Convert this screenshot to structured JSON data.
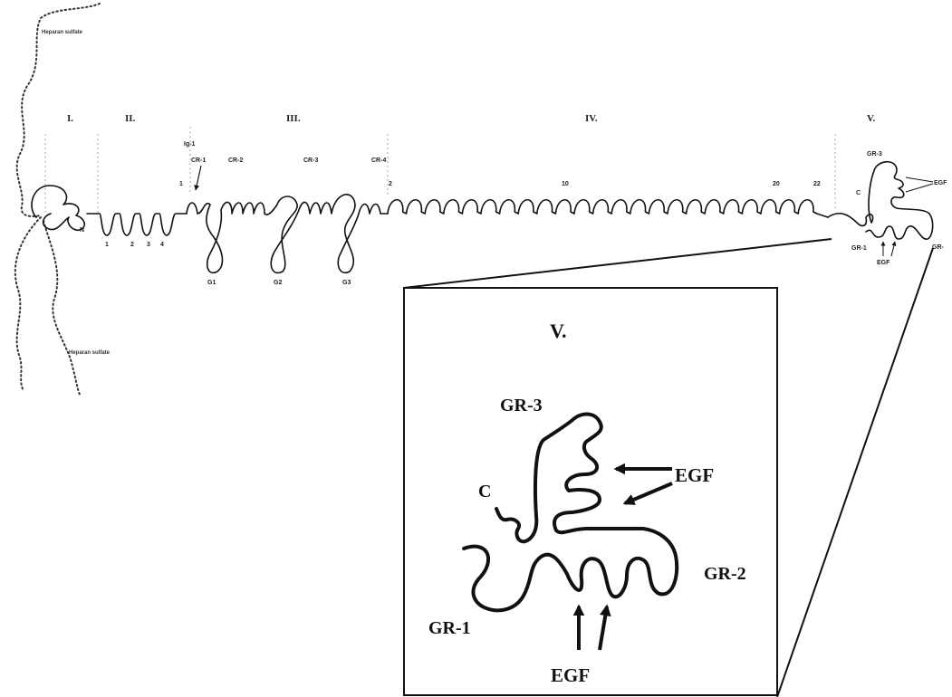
{
  "domains": {
    "I": "I.",
    "II": "II.",
    "III": "III.",
    "IV": "IV.",
    "V": "V."
  },
  "labels": {
    "heparan_top": "Heparan sulfate",
    "heparan_bottom": "Heparan sulfate",
    "ig1": "Ig-1",
    "one_small": "1",
    "cr1": "CR-1",
    "cr2": "CR-2",
    "cr3": "CR-3",
    "cr4": "CR-4",
    "n": "N",
    "ldl1": "1",
    "ldl2": "2",
    "ldl3": "3",
    "ldl4": "4",
    "g1": "G1",
    "g2": "G2",
    "g3": "G3",
    "rep2": "2",
    "rep10": "10",
    "rep20": "20",
    "rep22": "22",
    "gr3_small": "GR-3",
    "c_small": "C",
    "egf_small_top": "EGF",
    "gr1_small": "GR-1",
    "egf_small_bottom": "EGF",
    "gr_cut": "GR-"
  },
  "inset": {
    "title": "V.",
    "gr3": "GR-3",
    "c": "C",
    "egf_top": "EGF",
    "gr2": "GR-2",
    "gr1": "GR-1",
    "egf_bottom": "EGF"
  }
}
